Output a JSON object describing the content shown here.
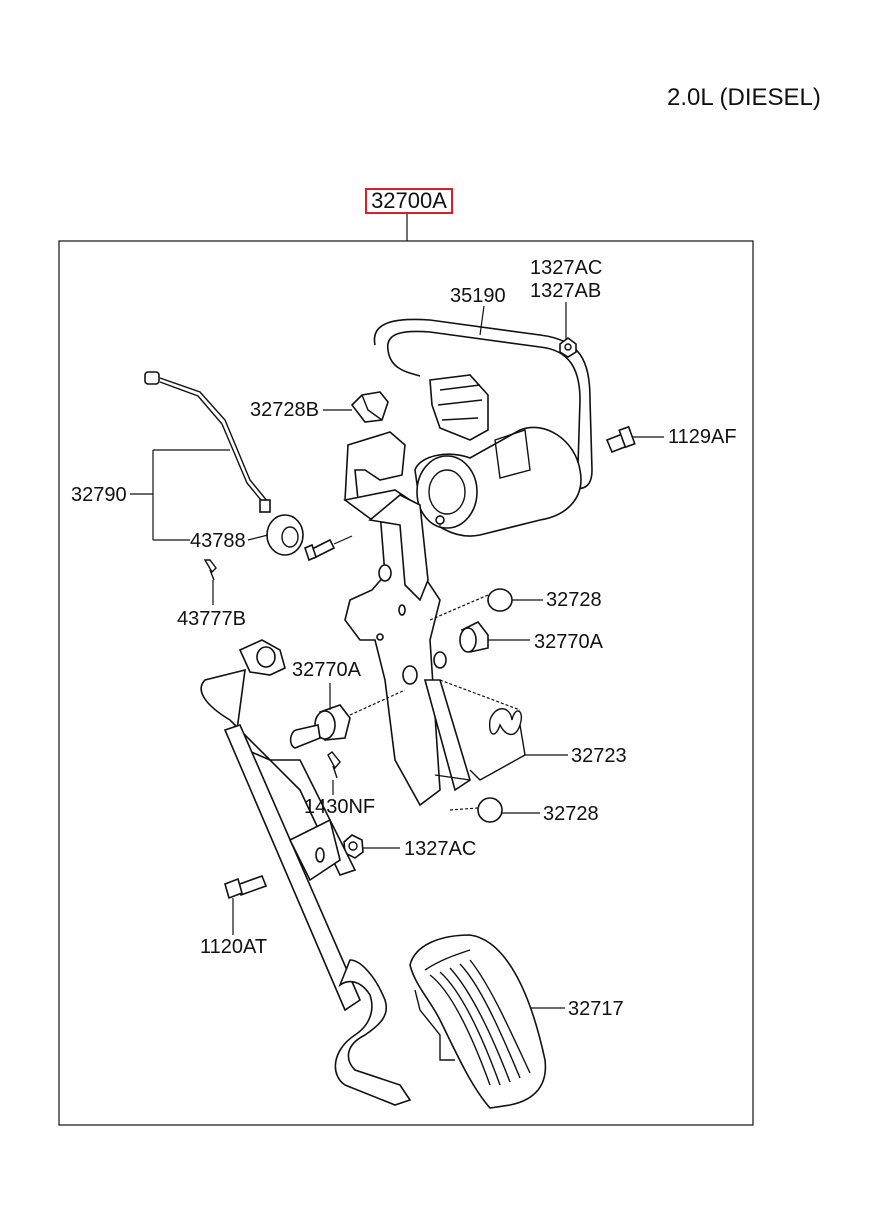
{
  "engine_spec": "2.0L (DIESEL)",
  "assembly_code": "32700A",
  "callouts": {
    "sensor_harness": "35190",
    "nut_a": "1327AC",
    "nut_b": "1327AB",
    "clip": "32728B",
    "bolt_upper": "1129AF",
    "switch_assy": "32790",
    "grommet": "43788",
    "pin_left": "43777B",
    "stopper_upper": "32728",
    "bushing_right": "32770A",
    "bushing_left": "32770A",
    "spring": "32723",
    "pin_lower": "1430NF",
    "stopper_lower": "32728",
    "nut_lower": "1327AC",
    "bolt_lower": "1120AT",
    "pedal_pad": "32717"
  }
}
